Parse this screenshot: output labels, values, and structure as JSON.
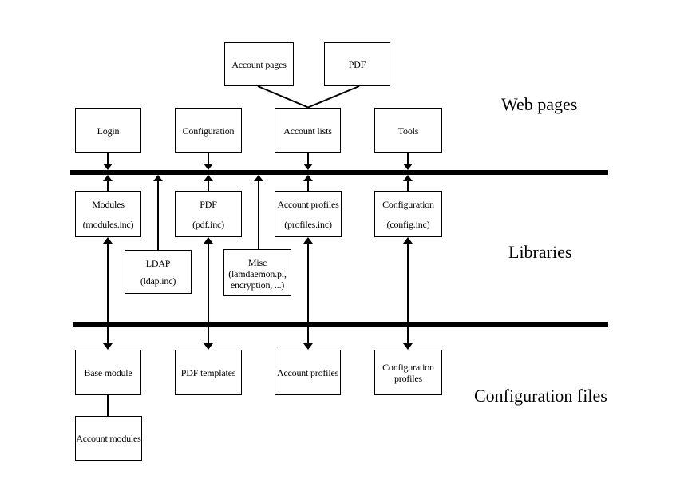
{
  "diagram": {
    "section_labels": {
      "web_pages": "Web pages",
      "libraries": "Libraries",
      "configuration_files": "Configuration files"
    },
    "nodes": {
      "account_pages": {
        "line1": "Account pages"
      },
      "pdf_page": {
        "line1": "PDF"
      },
      "login": {
        "line1": "Login"
      },
      "configuration_page": {
        "line1": "Configuration"
      },
      "account_lists": {
        "line1": "Account lists"
      },
      "tools": {
        "line1": "Tools"
      },
      "modules_lib": {
        "line1": "Modules",
        "line2": "(modules.inc)"
      },
      "pdf_lib": {
        "line1": "PDF",
        "line2": "(pdf.inc)"
      },
      "account_profiles_lib": {
        "line1": "Account profiles",
        "line2": "(profiles.inc)"
      },
      "configuration_lib": {
        "line1": "Configuration",
        "line2": "(config.inc)"
      },
      "ldap_lib": {
        "line1": "LDAP",
        "line2": "(ldap.inc)"
      },
      "misc_lib": {
        "line1": "Misc",
        "line2": "(lamdaemon.pl,",
        "line3": "encryption, ...)"
      },
      "base_module": {
        "line1": "Base module"
      },
      "pdf_templates": {
        "line1": "PDF templates"
      },
      "account_profiles_files": {
        "line1": "Account profiles"
      },
      "configuration_profiles": {
        "line1": "Configuration",
        "line2": "profiles"
      },
      "account_modules": {
        "line1": "Account modules"
      }
    },
    "colors": {
      "ink": "#000000",
      "background": "#ffffff"
    }
  }
}
